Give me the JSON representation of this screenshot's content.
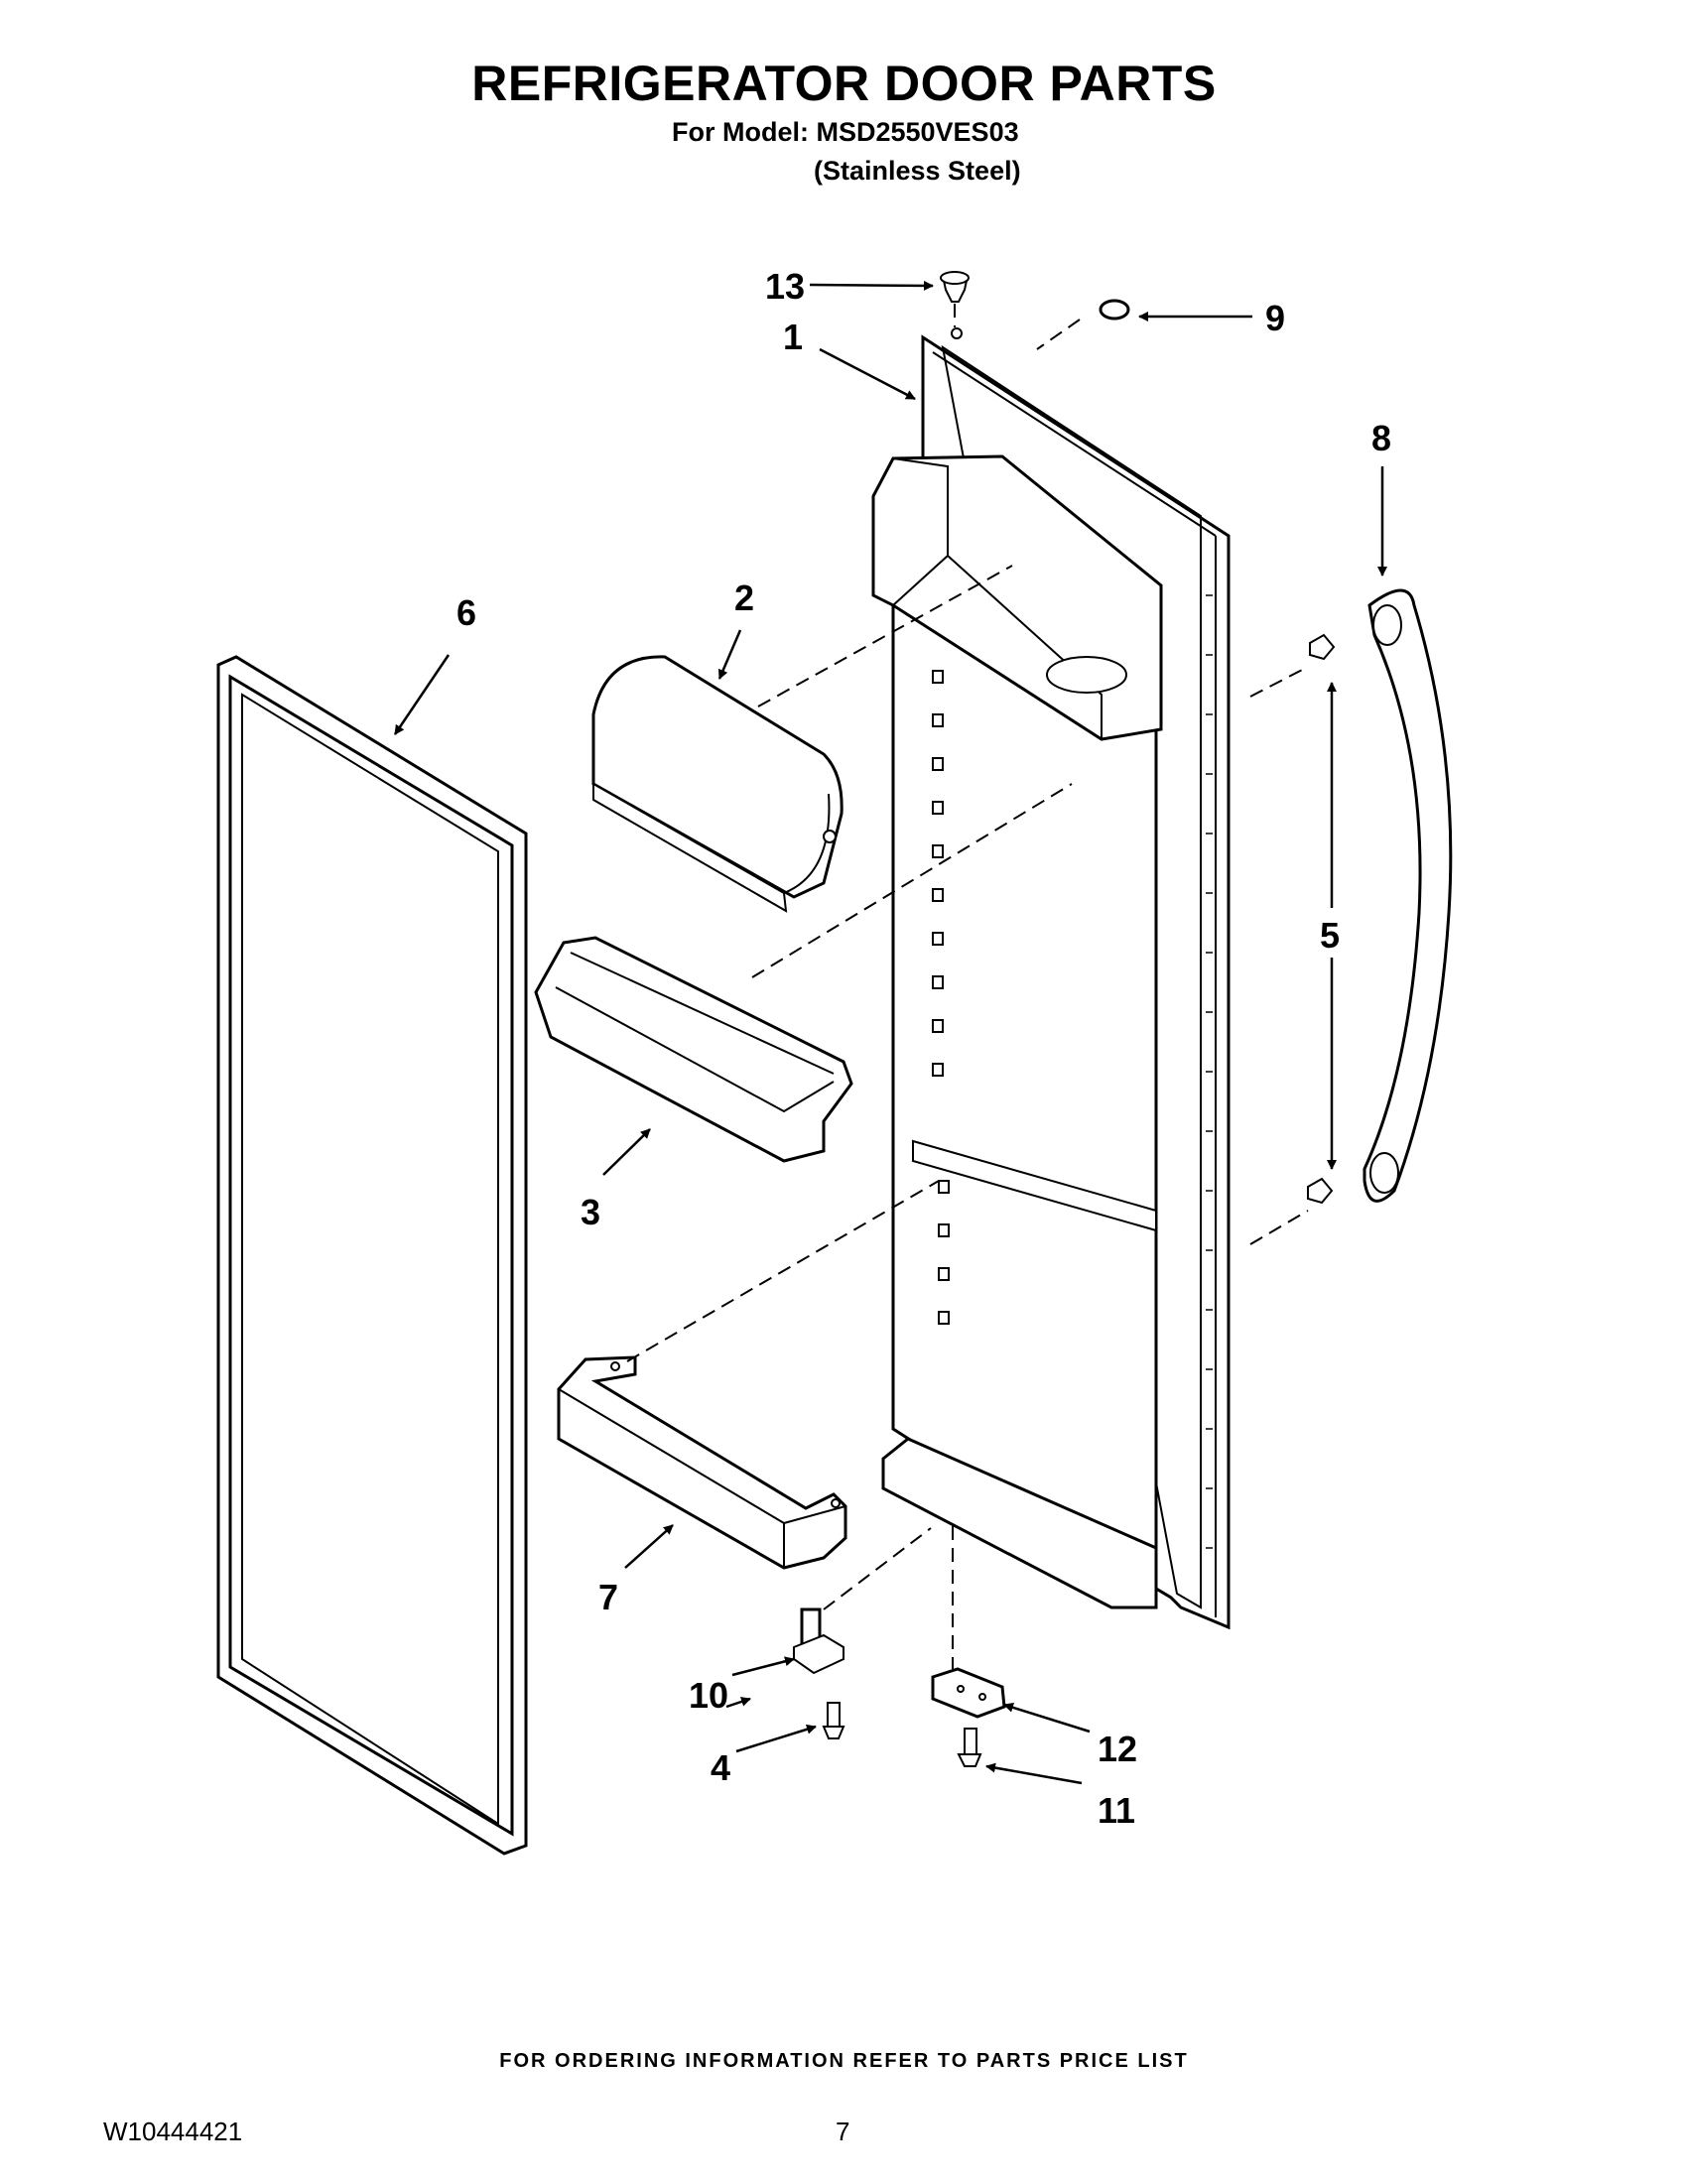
{
  "header": {
    "title": "REFRIGERATOR DOOR PARTS",
    "model_line": "For Model: MSD2550VES03",
    "finish": "(Stainless Steel)"
  },
  "callouts": [
    "1",
    "2",
    "3",
    "4",
    "5",
    "6",
    "7",
    "8",
    "9",
    "10",
    "11",
    "12",
    "13"
  ],
  "footer": {
    "note": "FOR ORDERING INFORMATION REFER TO PARTS PRICE LIST",
    "doc_number": "W10444421",
    "page_number": "7"
  }
}
